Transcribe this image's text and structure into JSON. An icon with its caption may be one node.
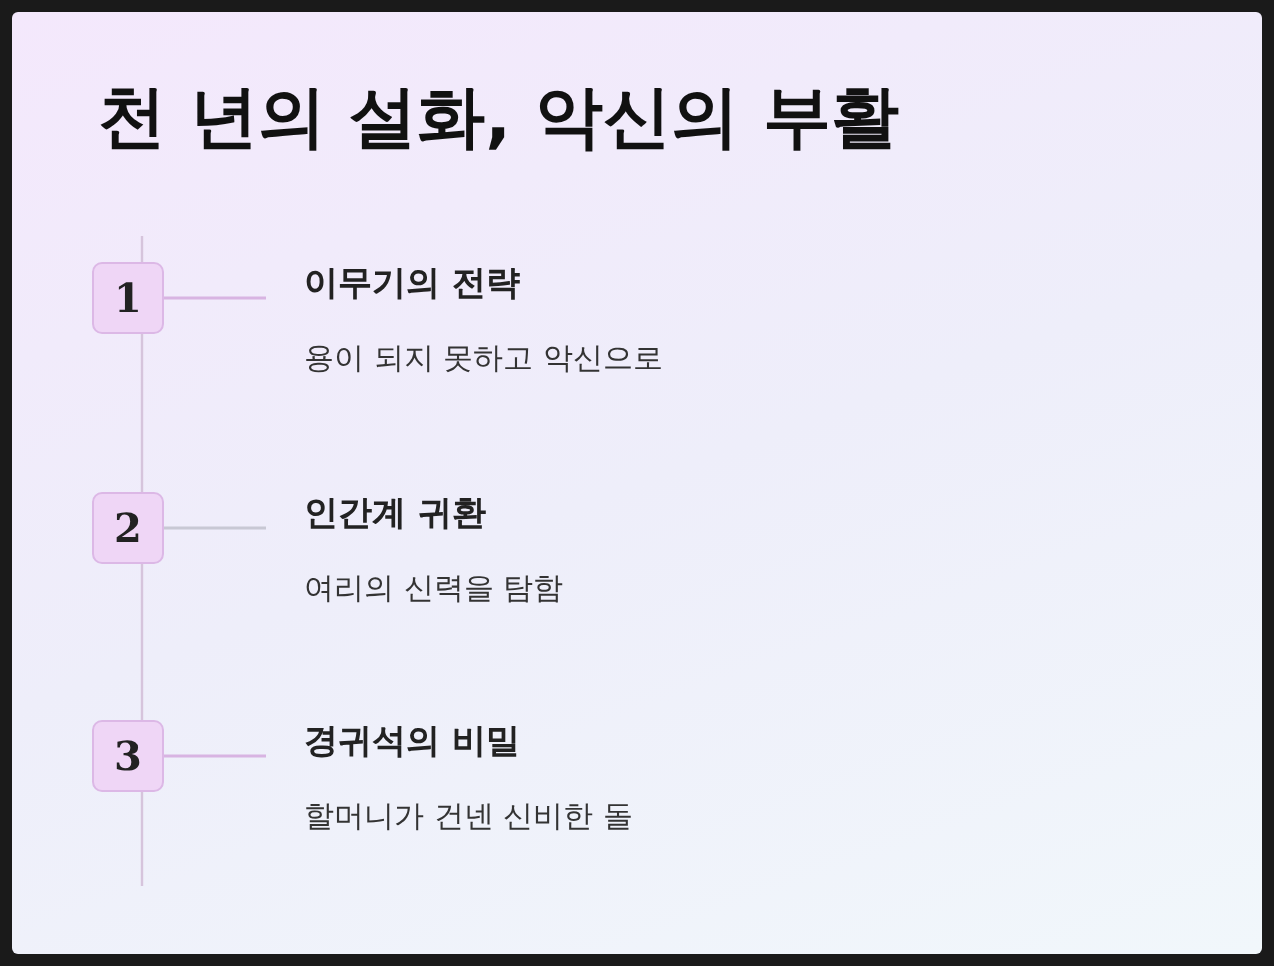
{
  "diagram": {
    "title": "천 년의 설화, 악신의 부활",
    "nodes": [
      {
        "text": [
          "1"
        ]
      },
      {
        "text": [
          "이무기의 전략",
          "용이 되지 못하고 악신으로"
        ]
      },
      {
        "text": [
          "2"
        ]
      },
      {
        "text": [
          "인간계 귀환",
          "여리의 신력을 탐함"
        ]
      },
      {
        "text": [
          "3"
        ]
      },
      {
        "text": [
          "경귀석의 비밀",
          "할머니가 건넨 신비한 돌"
        ]
      }
    ],
    "edges": [
      {
        "from": 0,
        "to": 1,
        "arrow": "none"
      },
      {
        "from": 2,
        "to": 3,
        "arrow": "none",
        "color": "#c8c8d4"
      },
      {
        "from": 4,
        "to": 5,
        "arrow": "none"
      }
    ]
  }
}
